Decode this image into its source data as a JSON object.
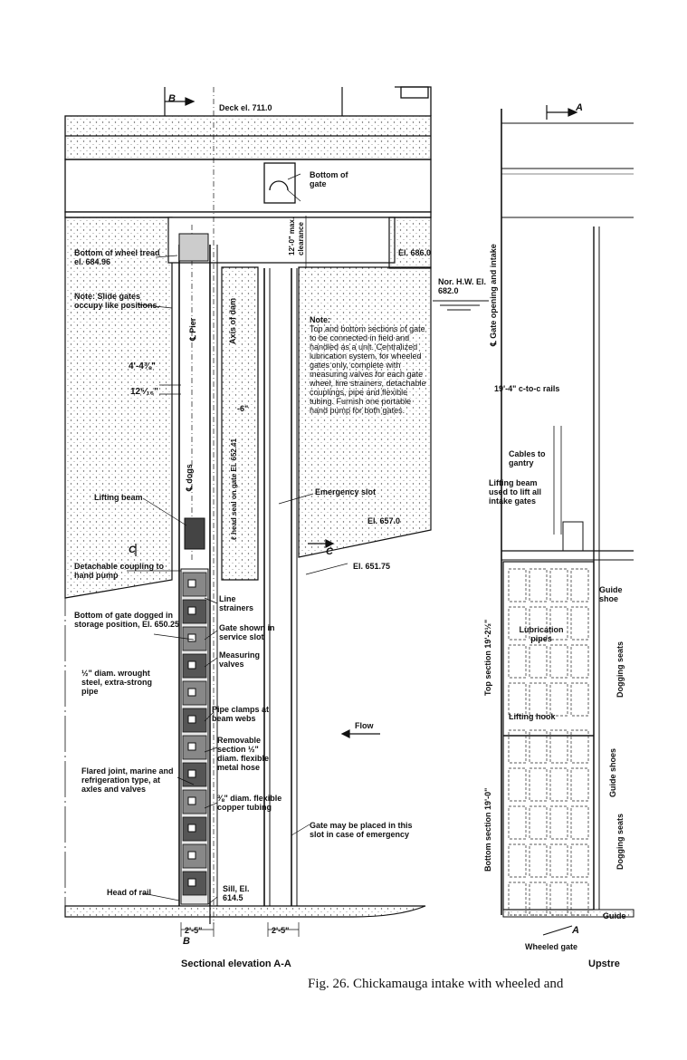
{
  "drawing": {
    "section_marks": {
      "b_top": "B",
      "b_bottom": "B",
      "c_left": "C",
      "c_right": "C",
      "a_top": "A",
      "a_bottom": "A"
    },
    "deck": "Deck el. 711.0",
    "bottom_of_gate": "Bottom of gate",
    "clearance": "12'-0\" max. clearance",
    "bottom_wheel": "Bottom of wheel tread el. 684.96",
    "el_686": "El. 686.0",
    "nor_hw": "Nor. H.W. El. 682.0",
    "note_slide": "Note: Slide gates occupy like positions.",
    "note_main_title": "Note:",
    "note_main": "Top and bottom sections of gate to be connected in field and handled as a unit. Centralized lubrication system, for wheeled gates only, complete with measuring valves for each gate wheel, line strainers, detachable couplings, pipe and flexible tubing. Furnish one portable hand pump for both gates.",
    "pier": "℄ Pier",
    "axis_dam": "Axis of dam",
    "dim_4_4": "4'-4⅜\"",
    "dim_12": "12⁵⁄₁₆\"",
    "dim_6": "-6\"",
    "dogs": "℄ dogs",
    "head_seal": "ℓ head seal on gate El. 652.41",
    "lifting_beam": "Lifting beam",
    "emergency_slot": "Emergency slot",
    "el_657": "El. 657.0",
    "el_651": "El. 651.75",
    "detachable": "Detachable coupling to hand pump",
    "line_strainers": "Line strainers",
    "bottom_dogged": "Bottom of gate dogged in storage position, El. 650.25",
    "gate_service": "Gate shown in service slot",
    "measuring": "Measuring valves",
    "pipe_diam": "½\" diam. wrought steel, extra-strong pipe",
    "pipe_clamps": "Pipe clamps at beam webs",
    "flow": "Flow",
    "removable": "Removable section ½\" diam. flexible metal hose",
    "flared": "Flared joint, marine and refrigeration type, at axles and valves",
    "copper": "⅜\" diam. flexible copper tubing",
    "emergency_place": "Gate may be placed in this slot in case of emergency",
    "head_rail": "Head of rail",
    "sill": "Sill, El. 614.5",
    "dim_25a": "2'-5\"",
    "dim_25b": "2'-5\"",
    "gate_intake": "℄ Gate opening and intake",
    "rails": "19'-4\" c-to-c rails",
    "cables": "Cables to gantry",
    "lifting_used": "Lifting beam used to lift all intake gates",
    "guide_shoe": "Guide shoe",
    "lub_pipes": "Lubrication pipes",
    "lifting_hook": "Lifting hook",
    "top_section": "Top section 19'-2½\"",
    "bottom_section": "Bottom section 19'-0\"",
    "dogging_seats_1": "Dogging seats",
    "dogging_seats_2": "Dogging seats",
    "guide_shoes": "Guide shoes",
    "guide": "Guide",
    "wheeled_gate": "Wheeled gate",
    "sectional": "Sectional elevation A-A",
    "upstream": "Upstre",
    "fig_caption": "Fig. 26.  Chickamauga intake with wheeled and"
  }
}
